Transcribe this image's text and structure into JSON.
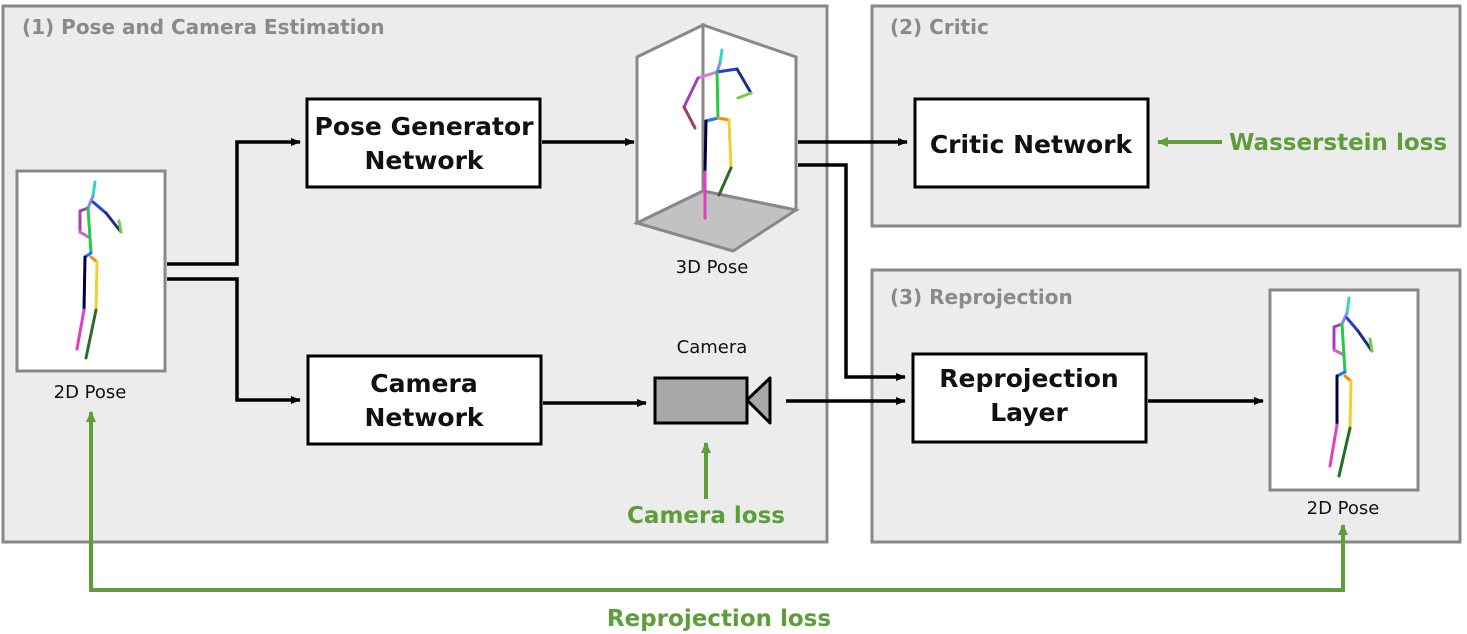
{
  "sections": {
    "estimation": "(1) Pose and Camera Estimation",
    "critic": "(2) Critic",
    "reprojection": "(3) Reprojection"
  },
  "boxes": {
    "pose_generator": [
      "Pose Generator",
      "Network"
    ],
    "camera_network": [
      "Camera",
      "Network"
    ],
    "critic_network": [
      "Critic Network"
    ],
    "reprojection_layer": [
      "Reprojection",
      "Layer"
    ]
  },
  "captions": {
    "input_pose": "2D Pose",
    "pose_3d": "3D Pose",
    "camera": "Camera",
    "output_pose": "2D Pose"
  },
  "losses": {
    "wasserstein": "Wasserstein loss",
    "camera": "Camera loss",
    "reprojection": "Reprojection loss"
  },
  "colors": {
    "panel_fill": "#ececec",
    "panel_border": "#888888",
    "loss_green": "#5e9e3a",
    "camera_fill": "#a8a8a8"
  },
  "icons": {
    "pose_2d": "stick-figure-icon",
    "pose_3d": "3d-stick-figure-icon",
    "camera": "video-camera-icon"
  }
}
